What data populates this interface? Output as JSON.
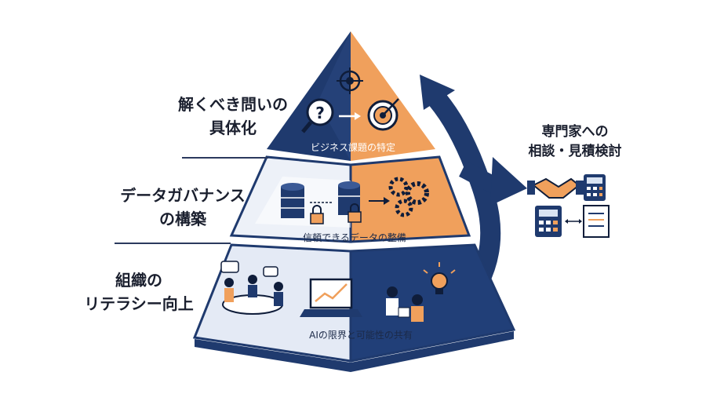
{
  "left_labels": {
    "top": [
      "解くべき問いの",
      "具体化"
    ],
    "middle": [
      "データガバナンス",
      "の構築"
    ],
    "bottom": [
      "組織の",
      "リテラシー向上"
    ]
  },
  "captions": {
    "top": "ビジネス課題の特定",
    "middle": "信頼できるデータの整備",
    "bottom": "AIの限界と可能性の共有"
  },
  "right_label": [
    "専門家への",
    "相談・見積検討"
  ],
  "icons": [
    "question-magnifier-icon",
    "target-icon",
    "database-icon",
    "lock-icon",
    "gear-icon",
    "speech-bubble-icon",
    "laptop-chart-icon",
    "lightbulb-icon",
    "handshake-icon",
    "calculator-icon",
    "document-icon",
    "exchange-arrows-icon",
    "upward-arrow-icon"
  ],
  "colors": {
    "navy": "#1f3a6e",
    "orange": "#f0a05c",
    "light": "#e8edf6"
  }
}
